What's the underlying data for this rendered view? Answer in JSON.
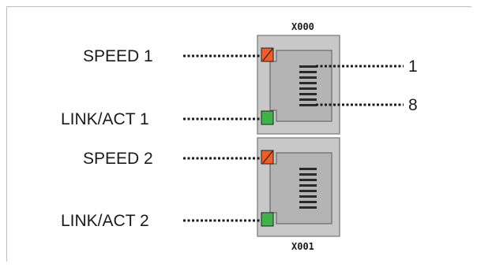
{
  "labels": {
    "speed1": "SPEED 1",
    "link1": "LINK/ACT 1",
    "speed2": "SPEED 2",
    "link2": "LINK/ACT 2",
    "pin_first": "1",
    "pin_last": "8",
    "connector_top": "X000",
    "connector_bottom": "X001"
  },
  "colors": {
    "housing": "#c8c8c8",
    "housing_border": "#8a8a8a",
    "port_face": "#b4b4b4",
    "led_speed": "#f25c25",
    "led_link": "#3db34a",
    "dots": "#1a1a1a",
    "frame": "#bdbdbd"
  }
}
